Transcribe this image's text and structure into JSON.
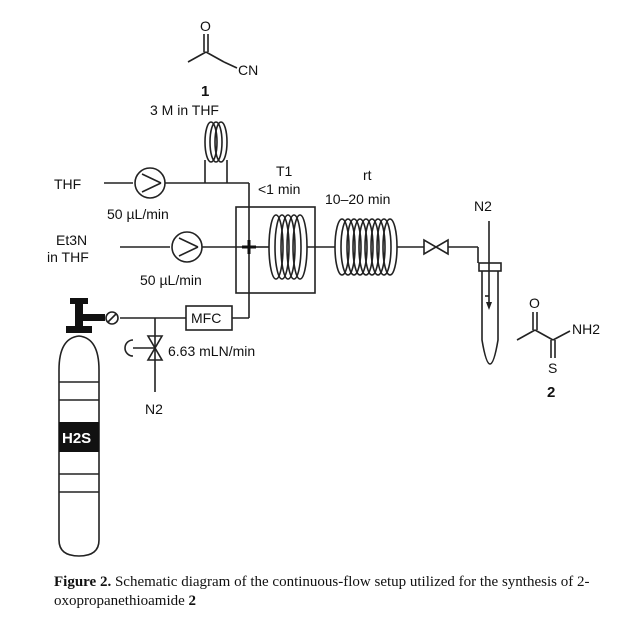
{
  "compound1": {
    "cn": "CN",
    "number": "1",
    "conc": "3 M in THF"
  },
  "thf": {
    "label": "THF",
    "flow": "50 µL/min"
  },
  "et3n": {
    "line1": "Et3N",
    "line2": "in THF",
    "flow": "50 µL/min"
  },
  "reactor1": {
    "name": "T1",
    "time": "<1 min"
  },
  "reactor2": {
    "temp": "rt",
    "time": "10–20 min"
  },
  "n2_top": "N2",
  "n2_bottom": "N2",
  "mfc": "MFC",
  "gas_flow": "6.63 mLN/min",
  "cylinder": "H2S",
  "compound2": {
    "nh2": "NH2",
    "s": "S",
    "o": "O",
    "number": "2"
  },
  "caption": {
    "label": "Figure 2.",
    "text": " Schematic diagram of the continuous-flow setup utilized for the synthesis of 2-oxopropanethioamide ",
    "number": "2"
  }
}
